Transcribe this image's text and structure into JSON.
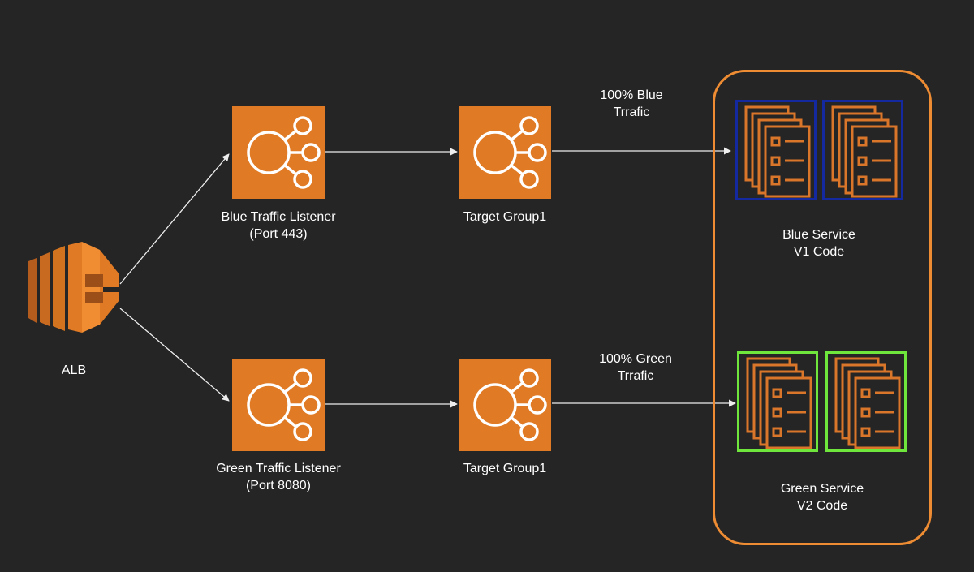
{
  "colors": {
    "background": "#252525",
    "aws_orange": "#e07a25",
    "container_border": "#ee8c33",
    "blue_service": "#1428a0",
    "green_service": "#6ee63c",
    "arrow": "#eeeeee"
  },
  "alb": {
    "label": "ALB",
    "icon": "elastic-load-balancer-icon"
  },
  "blue_listener": {
    "label": "Blue Traffic Listener\n(Port 443)",
    "icon": "listener-icon"
  },
  "green_listener": {
    "label": "Green Traffic Listener\n(Port 8080)",
    "icon": "listener-icon"
  },
  "blue_target_group": {
    "label": "Target Group1",
    "icon": "target-group-icon"
  },
  "green_target_group": {
    "label": "Target Group1",
    "icon": "target-group-icon"
  },
  "blue_traffic": {
    "label": "100% Blue\nTrrafic"
  },
  "green_traffic": {
    "label": "100% Green\nTrrafic"
  },
  "blue_service": {
    "label": "Blue Service\nV1 Code",
    "icon": "task-documents-icon"
  },
  "green_service": {
    "label": "Green Service\nV2 Code",
    "icon": "task-documents-icon"
  }
}
